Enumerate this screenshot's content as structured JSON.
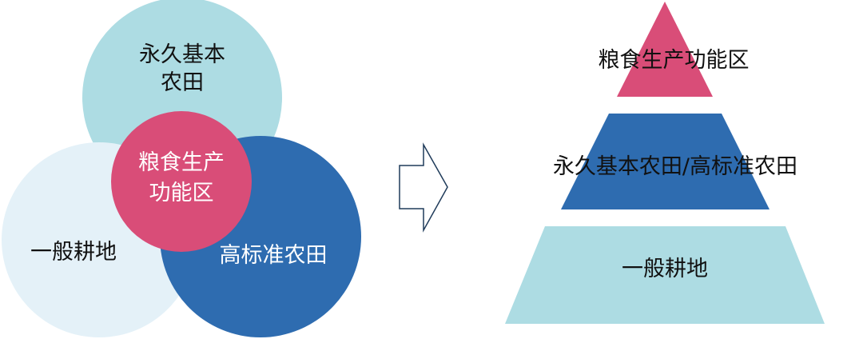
{
  "venn": {
    "permanent_farmland": [
      "永久基本农田"
    ],
    "permanent_line1": "永久基本",
    "permanent_line2": "农田",
    "general_farmland": "一般耕地",
    "high_standard": "高标准农田",
    "grain_line1": "粮食生产",
    "grain_line2": "功能区"
  },
  "pyramid": {
    "top": "粮食生产功能区",
    "middle": "永久基本农田/高标准农田",
    "bottom": "一般耕地"
  },
  "colors": {
    "pink": "#d94d78",
    "dark_blue": "#2e6cb0",
    "light_teal": "#addce3",
    "pale_blue": "#e4f1f8"
  }
}
